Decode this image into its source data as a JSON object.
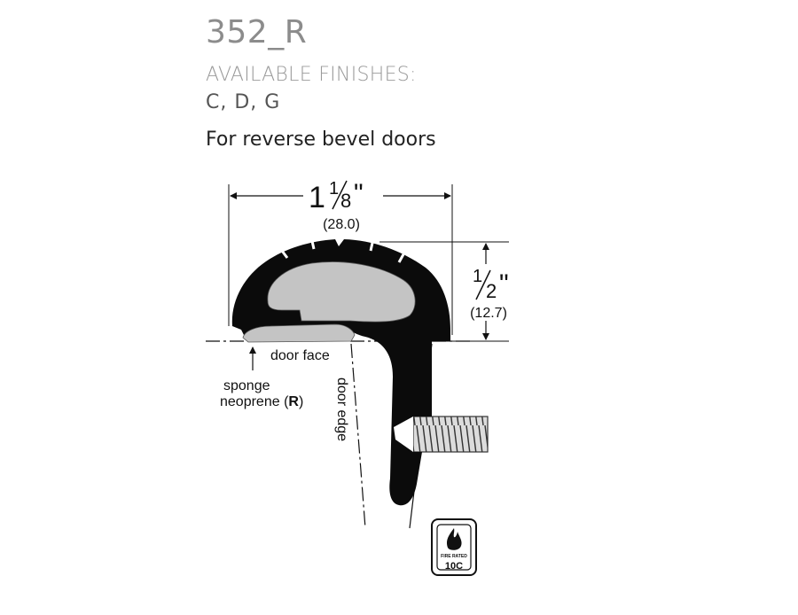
{
  "header": {
    "model": "352_R",
    "finishes_label": "AVAILABLE FINISHES:",
    "finishes_value": "C, D, G",
    "description": "For reverse bevel doors"
  },
  "dimensions": {
    "width": {
      "whole": "1",
      "num": "1",
      "den": "8",
      "inch": "\"",
      "metric": "(28.0)"
    },
    "height": {
      "num": "1",
      "den": "2",
      "inch": "\"",
      "metric": "(12.7)"
    }
  },
  "labels": {
    "door_face": "door face",
    "sponge_line1": "sponge",
    "sponge_line2_prefix": "neoprene (",
    "sponge_code": "R",
    "sponge_line2_suffix": ")",
    "door_edge": "door edge"
  },
  "badge": {
    "rating_text": "FIRE RATED",
    "code": "10C",
    "icon": "flame-icon"
  },
  "colors": {
    "profile": "#0b0b0b",
    "insert": "#c4c4c4",
    "screw": "#dcdcdc"
  }
}
